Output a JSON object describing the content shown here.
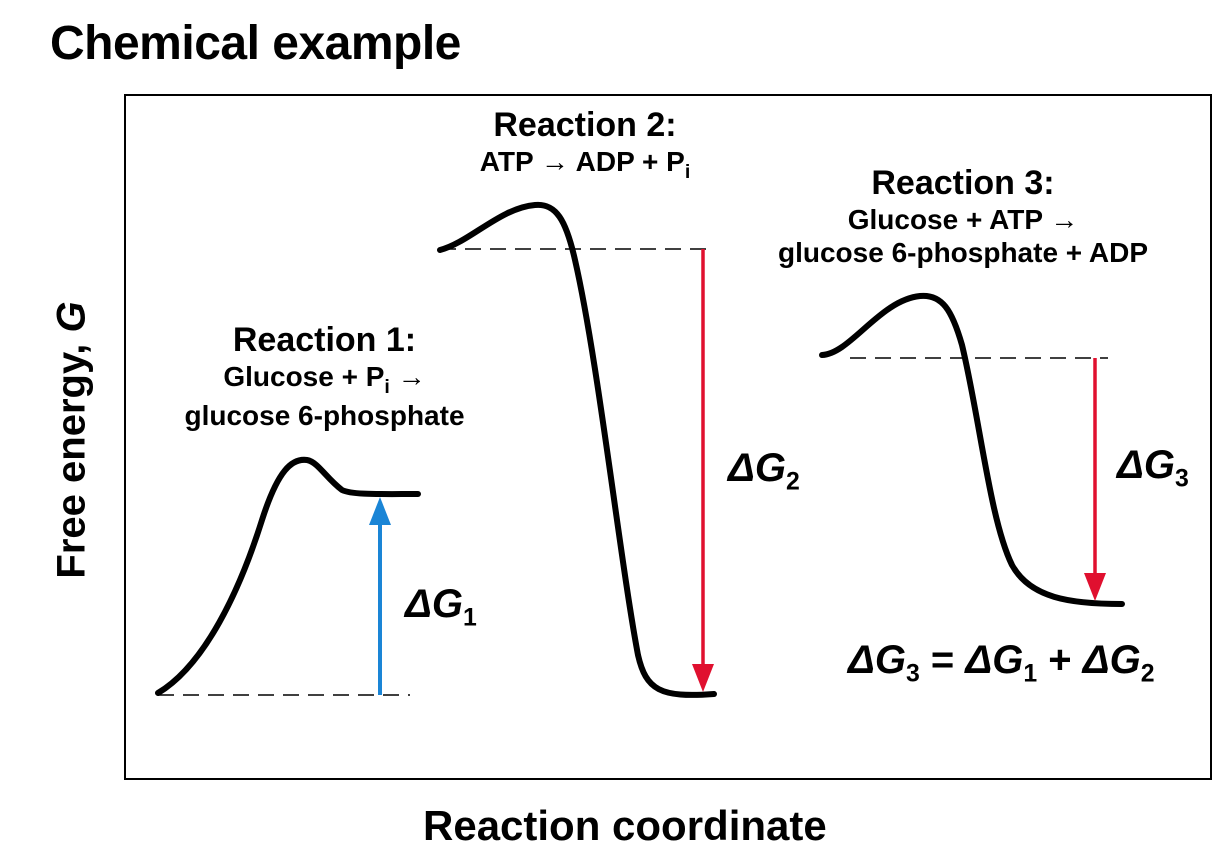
{
  "title": "Chemical example",
  "axes": {
    "xlabel": "Reaction coordinate",
    "ylabel_text": "Free energy, ",
    "ylabel_symbol": "G"
  },
  "reactions": [
    {
      "name": "Reaction 1:",
      "equation_line1_a": "Glucose + P",
      "equation_line1_sub": "i",
      "equation_line1_b": " →",
      "equation_line2": "glucose 6-phosphate",
      "delta_symbol": "ΔG",
      "delta_sub": "1",
      "arrow_color": "#1a85d6",
      "direction": "up"
    },
    {
      "name": "Reaction 2:",
      "equation_line1_a": "ATP → ADP + P",
      "equation_line1_sub": "i",
      "delta_symbol": "ΔG",
      "delta_sub": "2",
      "arrow_color": "#e0102f",
      "direction": "down"
    },
    {
      "name": "Reaction 3:",
      "equation_line1": "Glucose + ATP →",
      "equation_line2": "glucose 6-phosphate + ADP",
      "delta_symbol": "ΔG",
      "delta_sub": "3",
      "arrow_color": "#e0102f",
      "direction": "down"
    }
  ],
  "relation": {
    "lhs": "ΔG",
    "lhs_sub": "3",
    "eq": " = ",
    "t1": "ΔG",
    "t1_sub": "1",
    "plus": " + ",
    "t2": "ΔG",
    "t2_sub": "2"
  },
  "colors": {
    "curve": "#000000",
    "dashed": "#000000",
    "up_arrow": "#1a85d6",
    "down_arrow": "#e0102f"
  }
}
